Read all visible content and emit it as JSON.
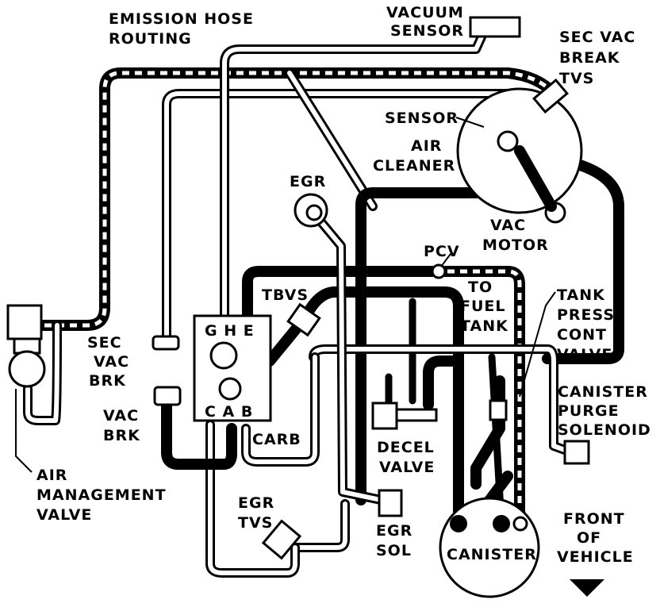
{
  "title": [
    "EMISSION HOSE",
    "ROUTING"
  ],
  "labels": {
    "vacuum_sensor": [
      "VACUUM",
      "SENSOR"
    ],
    "sec_vac_break_tvs": [
      "SEC VAC",
      "BREAK",
      "TVS"
    ],
    "sensor": "SENSOR",
    "air_cleaner": [
      "AIR",
      "CLEANER"
    ],
    "egr": "EGR",
    "vac_motor": [
      "VAC",
      "MOTOR"
    ],
    "pcv": "PCV",
    "tbvs": "TBVS",
    "to_fuel_tank": [
      "TO",
      "FUEL",
      "TANK"
    ],
    "tank_press_cont_valve": [
      "TANK",
      "PRESS",
      "CONT",
      "VALVE"
    ],
    "sec_vac_brk": [
      "SEC",
      "VAC",
      "BRK"
    ],
    "vac_brk": [
      "VAC",
      "BRK"
    ],
    "ghe": "G H E",
    "cab": "C A B",
    "carb": "CARB",
    "decel_valve": [
      "DECEL",
      "VALVE"
    ],
    "canister_purge_solenoid": [
      "CANISTER",
      "PURGE",
      "SOLENOID"
    ],
    "air_management_valve": [
      "AIR",
      "MANAGEMENT",
      "VALVE"
    ],
    "egr_tvs": [
      "EGR",
      "TVS"
    ],
    "egr_sol": [
      "EGR",
      "SOL"
    ],
    "canister": "CANISTER",
    "front_of_vehicle": [
      "FRONT",
      "OF",
      "VEHICLE"
    ]
  }
}
